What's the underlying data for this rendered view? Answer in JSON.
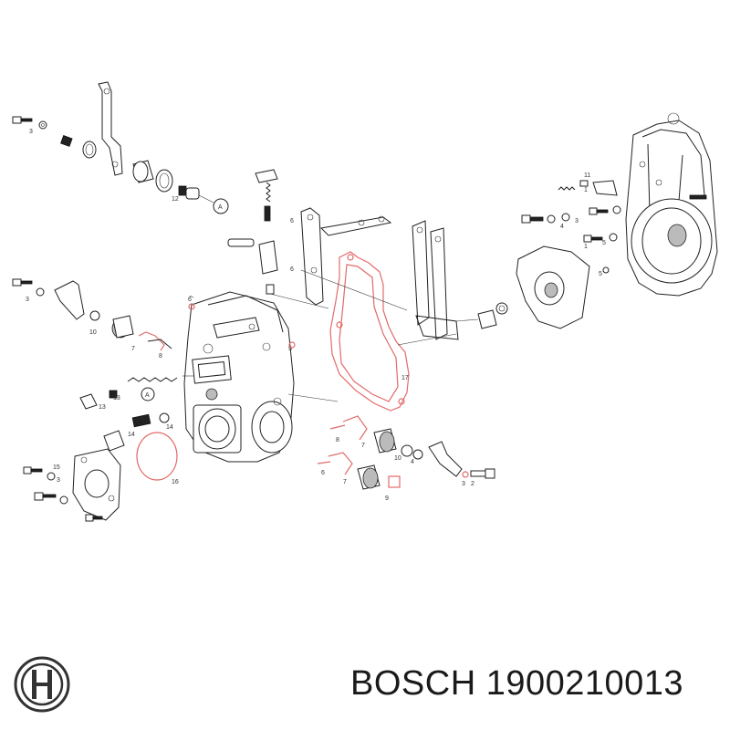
{
  "footer": {
    "brand": "BOSCH",
    "part_number": "1900210013"
  },
  "callouts": {
    "c1": "1",
    "c2": "2",
    "c3": "3",
    "c4": "4",
    "c5": "5",
    "c6": "6",
    "c7": "7",
    "c8": "8",
    "c9": "9",
    "c10": "10",
    "c11": "11",
    "c12": "12",
    "c13": "13",
    "c14": "14",
    "c15": "15",
    "c16": "16",
    "c17": "17",
    "ref_a": "A"
  },
  "colors": {
    "line": "#222222",
    "gasket": "#e26a6a",
    "background": "#ffffff"
  }
}
